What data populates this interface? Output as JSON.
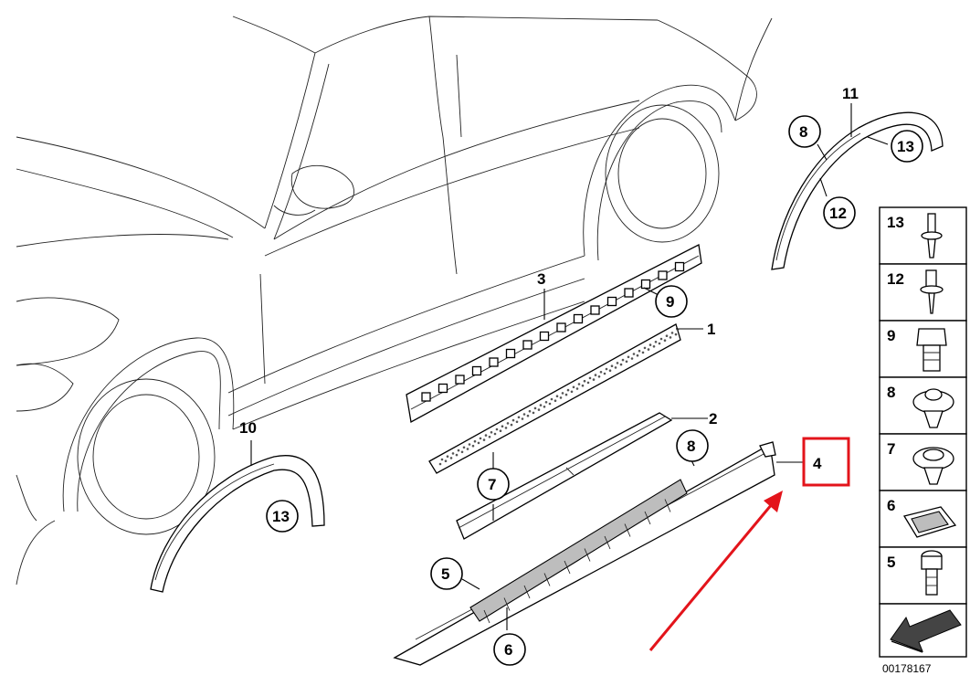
{
  "diagram": {
    "callouts": [
      {
        "id": "1",
        "circled": false
      },
      {
        "id": "2",
        "circled": false
      },
      {
        "id": "3",
        "circled": false
      },
      {
        "id": "4",
        "circled": false,
        "highlighted": true
      },
      {
        "id": "5",
        "circled": true
      },
      {
        "id": "6",
        "circled": true
      },
      {
        "id": "7",
        "circled": true
      },
      {
        "id": "8",
        "circled": true
      },
      {
        "id": "8",
        "circled": true
      },
      {
        "id": "9",
        "circled": true
      },
      {
        "id": "10",
        "circled": false
      },
      {
        "id": "11",
        "circled": false
      },
      {
        "id": "12",
        "circled": true
      },
      {
        "id": "13",
        "circled": true
      },
      {
        "id": "13",
        "circled": true
      },
      {
        "id": "13",
        "circled": true
      }
    ],
    "legend": [
      "13",
      "12",
      "9",
      "8",
      "7",
      "6",
      "5"
    ],
    "doc_number": "00178167",
    "highlight_color": "#e3141b",
    "arrow_color": "#e3141b"
  }
}
